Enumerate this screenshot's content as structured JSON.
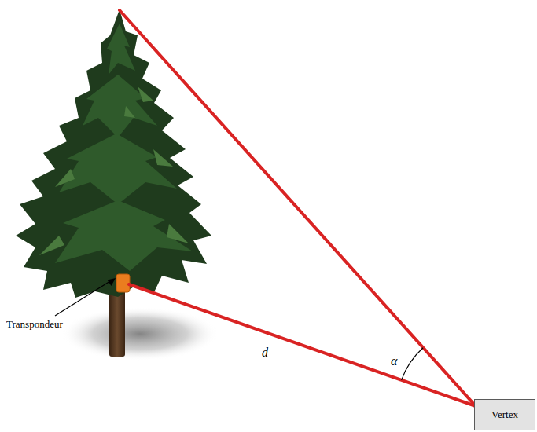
{
  "diagram": {
    "nodes": [
      {
        "text": [
          "Vertex"
        ]
      }
    ],
    "labels": [
      "Transpondeur",
      "d",
      "α"
    ]
  }
}
